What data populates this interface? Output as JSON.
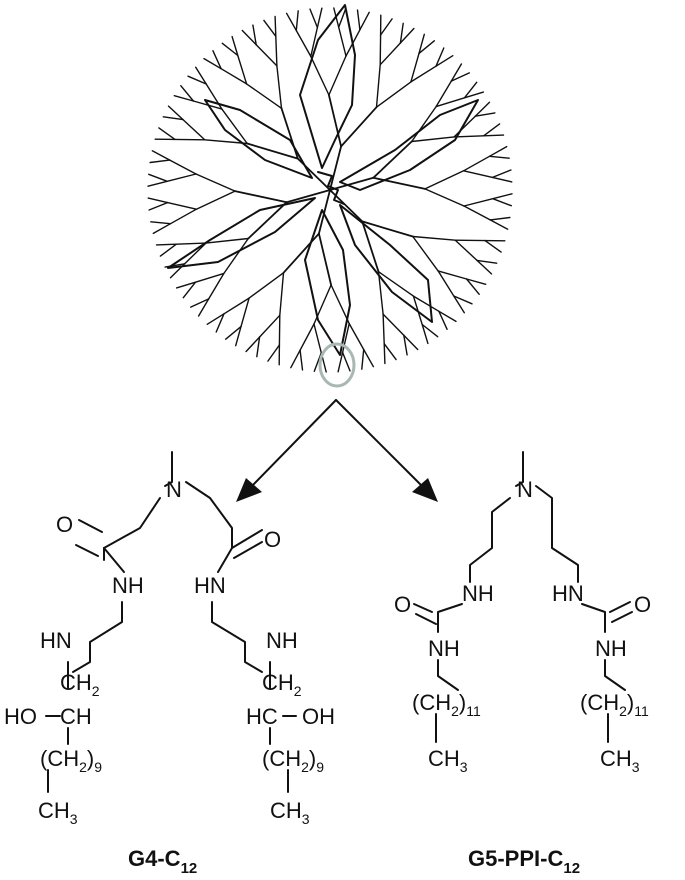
{
  "structures": {
    "left": {
      "label_main": "G4-C",
      "label_sub": "12",
      "atoms": {
        "N_core": "N",
        "O_left": "O",
        "O_right": "O",
        "NH_left": "NH",
        "HN_right": "HN",
        "HN_left2": "HN",
        "NH_right2": "NH",
        "CH_left": "CH",
        "CH_right": "CH",
        "H2_sub": "2",
        "HO_left": "HO",
        "HC_right": "HC",
        "OH_right": "OH",
        "CH_chain_left": "(CH",
        "CH_chain_right": "(CH",
        "chain_sub_2": "2",
        "chain_close": ")",
        "chain_n": "9",
        "CH3": "CH",
        "CH3_sub": "3"
      }
    },
    "right": {
      "label_main": "G5-PPI-C",
      "label_sub": "12",
      "atoms": {
        "N_core": "N",
        "O_left": "O",
        "O_right": "O",
        "NH_left": "NH",
        "HN_right": "HN",
        "NH_left_low": "NH",
        "NH_right_low": "NH",
        "CH_chain": "(CH",
        "chain_sub_2": "2",
        "chain_close": ")",
        "chain_n": "11",
        "CH3": "CH",
        "CH3_sub": "3"
      }
    }
  },
  "colors": {
    "ink": "#111111",
    "highlight": "#a8b8b4"
  }
}
